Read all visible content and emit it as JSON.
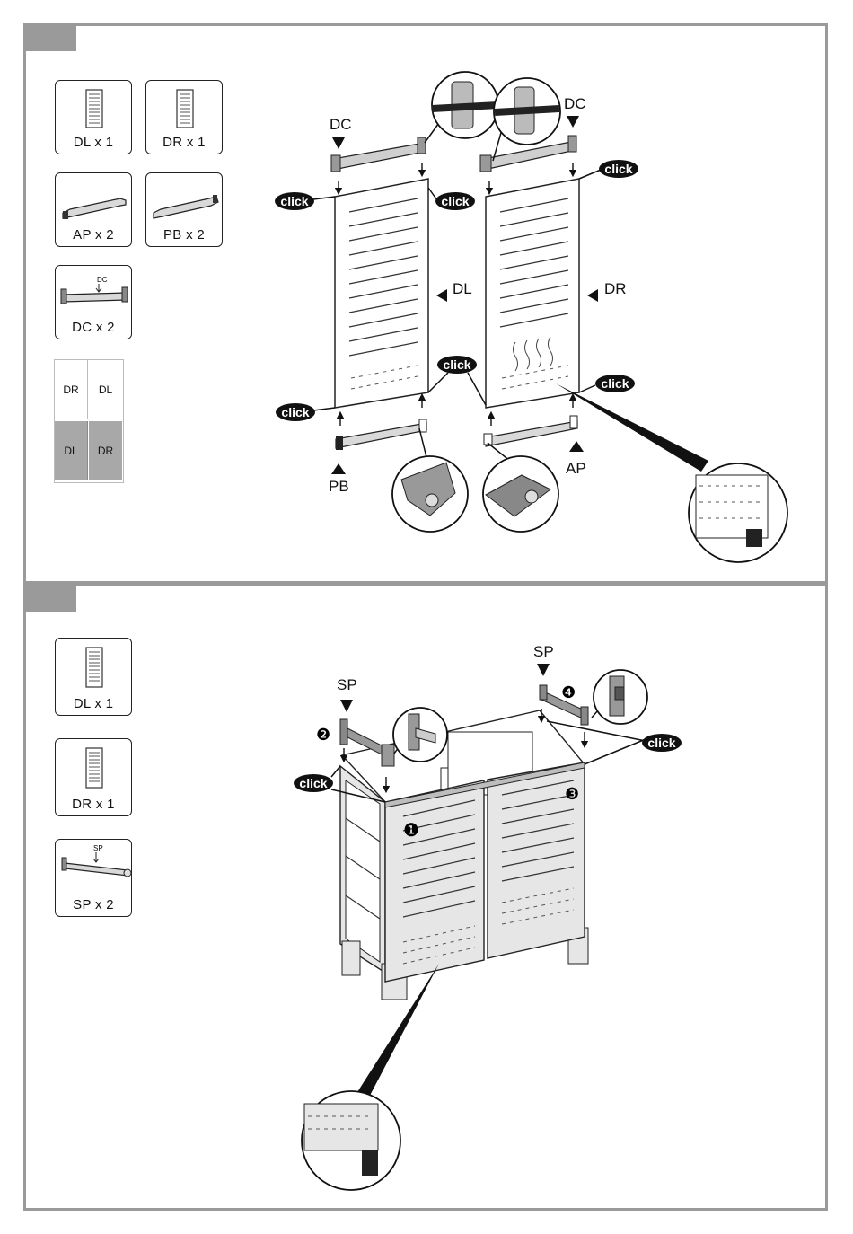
{
  "step1": {
    "parts": [
      {
        "label": "DL x 1"
      },
      {
        "label": "DR x 1"
      },
      {
        "label": "AP x 2"
      },
      {
        "label": "PB x 2"
      },
      {
        "label": "DC x 2"
      }
    ],
    "dc_small_label": "DC",
    "door_grid": [
      "DR",
      "DL",
      "DL",
      "DR"
    ],
    "callouts": {
      "dc_left": "DC",
      "dc_right": "DC",
      "dl": "DL",
      "dr": "DR",
      "pb": "PB",
      "ap": "AP"
    },
    "click_label": "click"
  },
  "step2": {
    "parts": [
      {
        "label": "DL x 1"
      },
      {
        "label": "DR x 1"
      },
      {
        "label": "SP x 2"
      }
    ],
    "sp_small_label": "SP",
    "callouts": {
      "sp_left": "SP",
      "sp_right": "SP"
    },
    "click_label": "click",
    "step_numbers": [
      "❶",
      "❷",
      "❸",
      "❹"
    ]
  },
  "colors": {
    "frame_gray": "#9a9a9a",
    "panel_gray": "#e6e6e6",
    "grid_dark": "#a8a8a8",
    "ink": "#111111"
  }
}
